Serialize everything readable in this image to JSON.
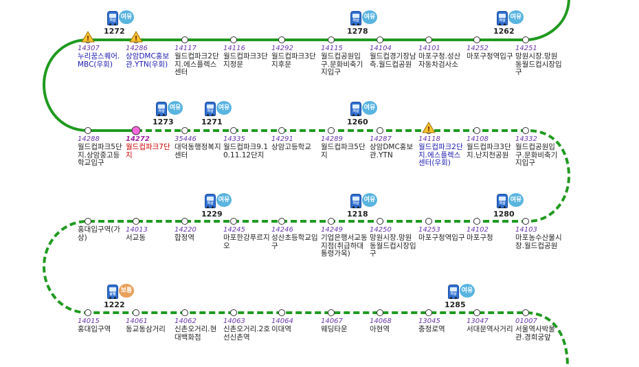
{
  "stops": [
    {
      "id": "14307",
      "name": "누리꿈스퀘어.MBC(우회)",
      "style": "blue",
      "warning": true
    },
    {
      "id": "14286",
      "name": "상암DMC홍보관.YTN(우회)",
      "style": "blue",
      "warning": true
    },
    {
      "id": "14117",
      "name": "월드컵파크2단지.에스플렉스센터",
      "style": "normal"
    },
    {
      "id": "14116",
      "name": "월드컵파크3단지정문",
      "style": "normal"
    },
    {
      "id": "14292",
      "name": "월드컵파크3단지후문",
      "style": "normal"
    },
    {
      "id": "14115",
      "name": "월드컵공원입구.문화비축기지입구",
      "style": "normal"
    },
    {
      "id": "14104",
      "name": "월드컵경기장남측.월드컵공원",
      "style": "normal"
    },
    {
      "id": "14101",
      "name": "마포구청.성산자동차검사소",
      "style": "normal"
    },
    {
      "id": "14252",
      "name": "마포구청역입구",
      "style": "normal"
    },
    {
      "id": "14251",
      "name": "망원시장.망원동월드컵시장입구",
      "style": "normal"
    },
    {
      "id": "14288",
      "name": "월드컵파크5단지.상암중고등학교입구",
      "style": "normal"
    },
    {
      "id": "14272",
      "name": "월드컵파크7단지",
      "style": "current"
    },
    {
      "id": "35446",
      "name": "대덕동행정복지센터",
      "style": "normal"
    },
    {
      "id": "14335",
      "name": "월드컵파크9.10.11.12단지",
      "style": "normal"
    },
    {
      "id": "14291",
      "name": "상암고등학교",
      "style": "normal"
    },
    {
      "id": "14289",
      "name": "월드컵파크5단지",
      "style": "normal"
    },
    {
      "id": "14287",
      "name": "상암DMC홍보관.YTN",
      "style": "normal"
    },
    {
      "id": "14118",
      "name": "월드컵파크2단지.에스플렉스센터(우회)",
      "style": "blue",
      "warning": true
    },
    {
      "id": "14108",
      "name": "월드컵파크3단지.난지천공원",
      "style": "normal"
    },
    {
      "id": "14332",
      "name": "월드컵공원입구.문화비축기지입구",
      "style": "normal"
    },
    {
      "id": "",
      "name": "홍대입구역(가상)",
      "style": "normal"
    },
    {
      "id": "14013",
      "name": "서교동",
      "style": "normal"
    },
    {
      "id": "14220",
      "name": "합정역",
      "style": "normal"
    },
    {
      "id": "14245",
      "name": "마포한강푸르지오",
      "style": "normal"
    },
    {
      "id": "14246",
      "name": "성산초등학교입구",
      "style": "normal"
    },
    {
      "id": "14249",
      "name": "기업은행서교동지점(취급하대통령가옥)",
      "style": "normal"
    },
    {
      "id": "14250",
      "name": "망원시장.망원동월드컵시장입구",
      "style": "normal"
    },
    {
      "id": "14253",
      "name": "마포구청역입구",
      "style": "normal"
    },
    {
      "id": "14102",
      "name": "마포구청",
      "style": "normal"
    },
    {
      "id": "14103",
      "name": "마포농수산물시장.월드컵공원",
      "style": "normal"
    },
    {
      "id": "14015",
      "name": "홍대입구역",
      "style": "normal"
    },
    {
      "id": "14061",
      "name": "동교동삼거리",
      "style": "normal"
    },
    {
      "id": "14062",
      "name": "신촌오거리.현대백화점",
      "style": "normal"
    },
    {
      "id": "14063",
      "name": "신촌오거리.2호선신촌역",
      "style": "normal"
    },
    {
      "id": "14064",
      "name": "이대역",
      "style": "normal"
    },
    {
      "id": "14067",
      "name": "웨딩타운",
      "style": "normal"
    },
    {
      "id": "14068",
      "name": "아현역",
      "style": "normal"
    },
    {
      "id": "13045",
      "name": "충정로역",
      "style": "normal"
    },
    {
      "id": "13047",
      "name": "서대문역사거리",
      "style": "normal"
    },
    {
      "id": "01007",
      "name": "서울역사박물관.경희궁앞",
      "style": "normal"
    }
  ],
  "buses": [
    {
      "number": "1272",
      "plate": "저상",
      "status": "여유",
      "status_color": "#5ab4e0"
    },
    {
      "number": "1278",
      "plate": "저상",
      "status": "여유",
      "status_color": "#5ab4e0"
    },
    {
      "number": "1262",
      "plate": "저상",
      "status": "여유",
      "status_color": "#5ab4e0"
    },
    {
      "number": "1273",
      "plate": "저상",
      "status": "여유",
      "status_color": "#5ab4e0"
    },
    {
      "number": "1271",
      "plate": "저상",
      "status": "여유",
      "status_color": "#5ab4e0"
    },
    {
      "number": "1260",
      "plate": "저상",
      "status": "여유",
      "status_color": "#5ab4e0"
    },
    {
      "number": "1229",
      "plate": "저상",
      "status": "여유",
      "status_color": "#5ab4e0"
    },
    {
      "number": "1218",
      "plate": "저상",
      "status": "여유",
      "status_color": "#5ab4e0"
    },
    {
      "number": "1280",
      "plate": "저상",
      "status": "여유",
      "status_color": "#5ab4e0"
    },
    {
      "number": "1222",
      "plate": "굴절",
      "status": "보통",
      "status_color": "#e8a05a"
    },
    {
      "number": "1285",
      "plate": "저상",
      "status": "여유",
      "status_color": "#5ab4e0"
    }
  ],
  "colors": {
    "route_green": "#1f9a1f",
    "stop_fill": "#ffffff",
    "current_stop_fill": "#ff66dd",
    "warning": "#f4c430"
  }
}
